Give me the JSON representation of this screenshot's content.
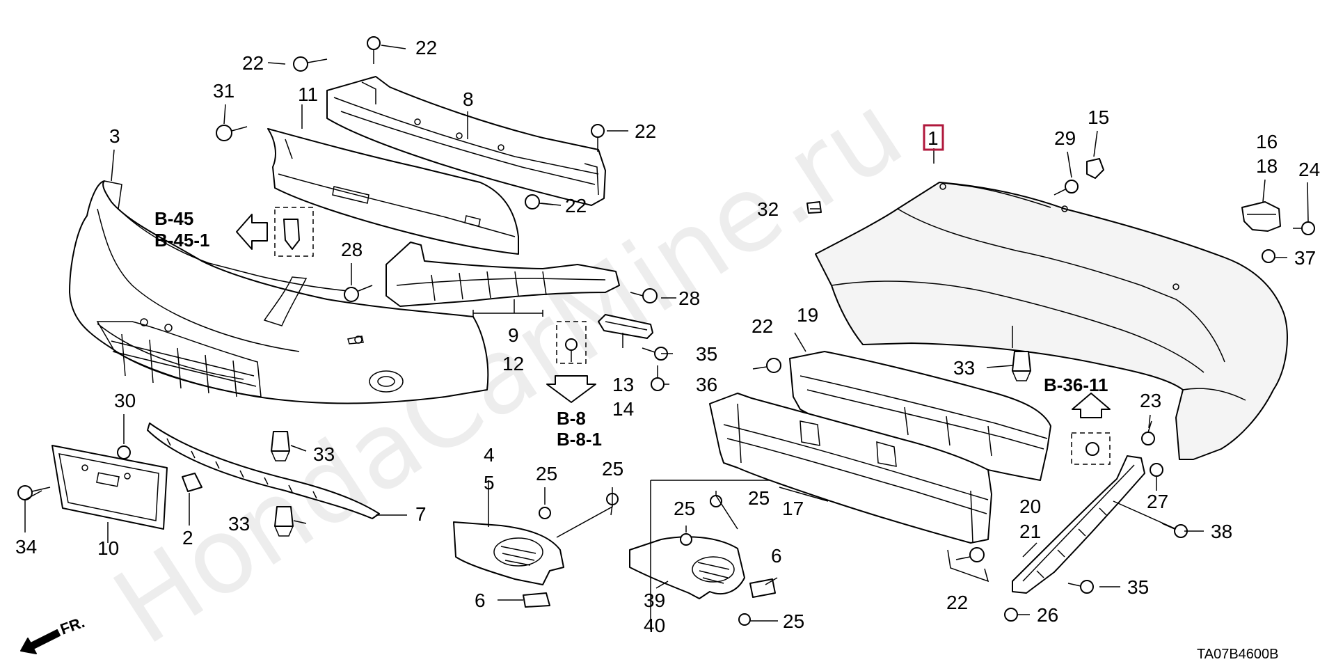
{
  "diagram": {
    "code": "TA07B4600B",
    "watermark": "HondaCarMine.ru",
    "front_indicator": "FR.",
    "highlighted_part": "1",
    "references": {
      "b45": "B-45",
      "b45_1": "B-45-1",
      "b8": "B-8",
      "b8_1": "B-8-1",
      "b36_11": "B-36-11"
    },
    "labels": {
      "p1": "1",
      "p2": "2",
      "p3": "3",
      "p4": "4",
      "p5": "5",
      "p6a": "6",
      "p6b": "6",
      "p7": "7",
      "p8": "8",
      "p9": "9",
      "p10": "10",
      "p11": "11",
      "p12": "12",
      "p13": "13",
      "p14": "14",
      "p15": "15",
      "p16": "16",
      "p17": "17",
      "p18": "18",
      "p19": "19",
      "p20": "20",
      "p21": "21",
      "p22a": "22",
      "p22b": "22",
      "p22c": "22",
      "p22d": "22",
      "p22e": "22",
      "p22f": "22",
      "p23": "23",
      "p24": "24",
      "p25a": "25",
      "p25b": "25",
      "p25c": "25",
      "p25d": "25",
      "p25e": "25",
      "p26": "26",
      "p27": "27",
      "p28a": "28",
      "p28b": "28",
      "p29": "29",
      "p30": "30",
      "p31": "31",
      "p32": "32",
      "p33a": "33",
      "p33b": "33",
      "p33c": "33",
      "p34": "34",
      "p35a": "35",
      "p35b": "35",
      "p36": "36",
      "p37": "37",
      "p38": "38",
      "p39": "39",
      "p40": "40"
    },
    "colors": {
      "highlight": "#b0183c",
      "lines": "#000000"
    }
  }
}
